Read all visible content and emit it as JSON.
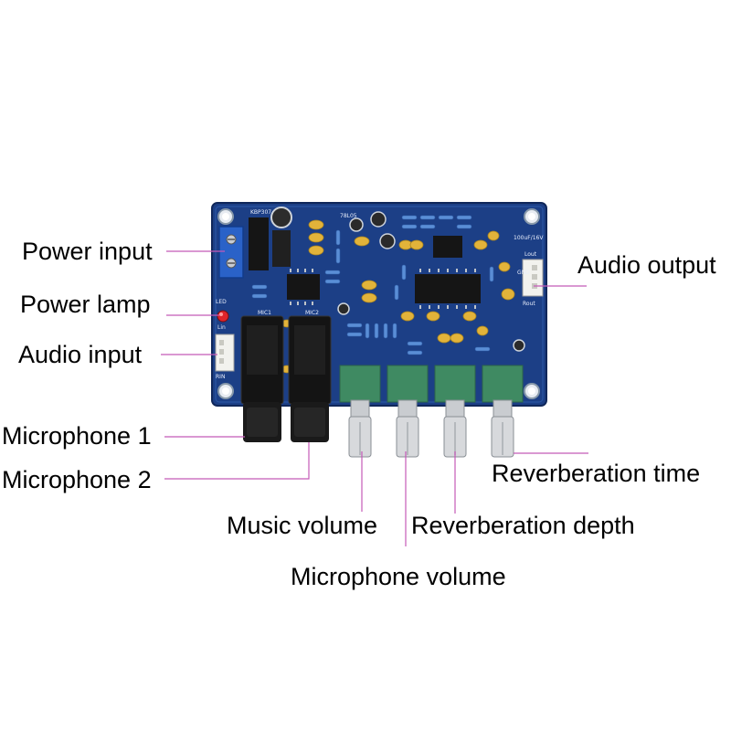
{
  "labels": {
    "power_input": "Power input",
    "power_lamp": "Power lamp",
    "audio_input": "Audio input",
    "microphone_1": "Microphone 1",
    "microphone_2": "Microphone 2",
    "audio_output": "Audio output",
    "reverberation_time": "Reverberation time",
    "music_volume": "Music volume",
    "reverberation_depth": "Reverberation depth",
    "microphone_volume": "Microphone volume"
  },
  "silkscreen": {
    "kbp": "KBP307",
    "lin": "Lin",
    "rin": "RIN",
    "mic1": "MIC1",
    "mic2": "MIC2",
    "lout": "Lout",
    "rout": "Rout",
    "gnd": "GND",
    "led": "LED",
    "reg": "78L05",
    "cap": "100uF/16V"
  },
  "colors": {
    "pcb": "#1c3f86",
    "callout_line": "#c45ab8",
    "pot_body": "#3f8a62",
    "capacitor": "#e2b33a",
    "chip": "#151515",
    "terminal": "#2a62c8",
    "connector": "#f2f2ee"
  }
}
